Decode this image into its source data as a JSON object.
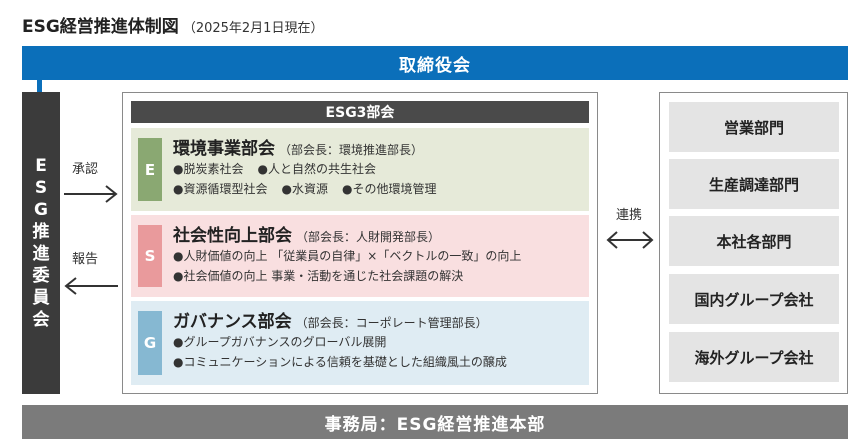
{
  "title": {
    "main": "ESG経営推進体制図",
    "sub": "（2025年2月1日現在）"
  },
  "board": "取締役会",
  "committee": [
    "E",
    "S",
    "G",
    "推",
    "進",
    "委",
    "員",
    "会"
  ],
  "arrows": {
    "approve": "承認",
    "report": "報告",
    "link": "連携"
  },
  "esg3": {
    "header": "ESG3部会",
    "subcommittees": [
      {
        "letter": "E",
        "name": "環境事業部会",
        "chair": "（部会長：環境推進部長）",
        "color": "#8aa872",
        "bg": "#e6ead9",
        "rows": [
          [
            "●脱炭素社会",
            "●人と自然の共生社会"
          ],
          [
            "●資源循環型社会",
            "●水資源",
            "●その他環境管理"
          ]
        ]
      },
      {
        "letter": "S",
        "name": "社会性向上部会",
        "chair": "（部会長：人財開発部長）",
        "color": "#e99a9c",
        "bg": "#f9dfe0",
        "rows": [
          [
            "●人財価値の向上 「従業員の自律」×「ベクトルの一致」の向上"
          ],
          [
            "●社会価値の向上 事業・活動を通じた社会課題の解決"
          ]
        ]
      },
      {
        "letter": "G",
        "name": "ガバナンス部会",
        "chair": "（部会長：コーポレート管理部長）",
        "color": "#86b8d2",
        "bg": "#dfecf3",
        "rows": [
          [
            "●グループガバナンスのグローバル展開"
          ],
          [
            "●コミュニケーションによる信頼を基礎とした組織風土の醸成"
          ]
        ]
      }
    ]
  },
  "departments": [
    "営業部門",
    "生産調達部門",
    "本社各部門",
    "国内グループ会社",
    "海外グループ会社"
  ],
  "bureau": "事務局：ESG経営推進本部",
  "colors": {
    "board": "#0b6fba",
    "committee": "#3b3b3b",
    "bureau": "#7b7b7b",
    "dept": "#e4e4e4"
  }
}
